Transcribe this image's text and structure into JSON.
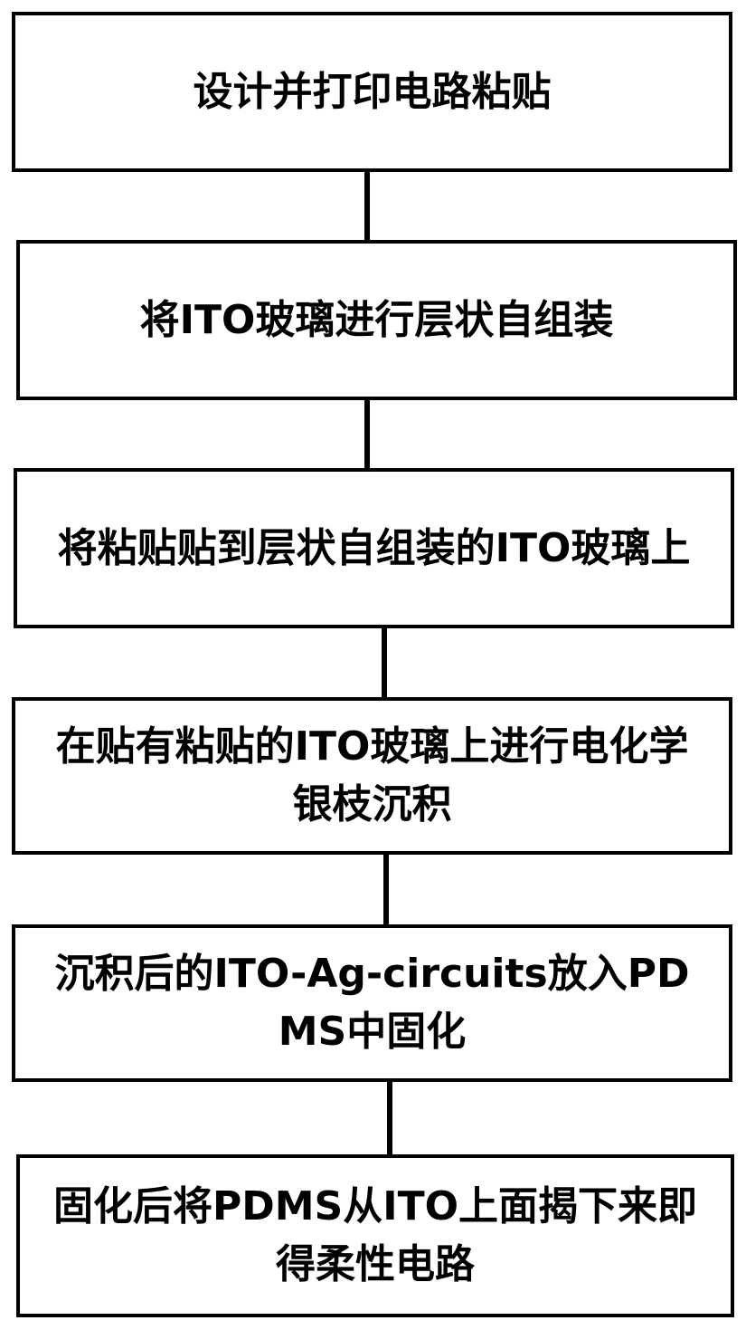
{
  "flowchart": {
    "steps": [
      {
        "text": "设计并打印电路粘贴"
      },
      {
        "text": "将ITO玻璃进行层状自组装"
      },
      {
        "text": "将粘贴贴到层状自组装的ITO玻璃上"
      },
      {
        "text": "在贴有粘贴的ITO玻璃上进行电化学银枝沉积"
      },
      {
        "text": "沉积后的ITO-Ag-circuits放入PDMS中固化"
      },
      {
        "text": "固化后将PDMS从ITO上面揭下来即得柔性电路"
      }
    ]
  }
}
